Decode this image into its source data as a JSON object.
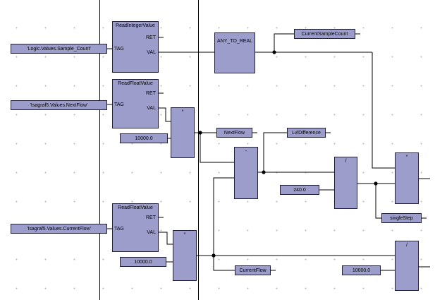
{
  "blocks": {
    "read_integer": {
      "title": "ReadIntegerValue",
      "pin_tag": "TAG",
      "pin_ret": "RET",
      "pin_val": "VAL"
    },
    "read_float_1": {
      "title": "ReadFloatValue",
      "pin_tag": "TAG",
      "pin_ret": "RET",
      "pin_val": "VAL"
    },
    "read_float_2": {
      "title": "ReadFloatValue",
      "pin_tag": "TAG",
      "pin_ret": "RET",
      "pin_val": "VAL"
    },
    "any_to_real": {
      "title": "ANY_TO_REAL"
    },
    "multiply_1": {
      "title": "*"
    },
    "subtract": {
      "title": "-"
    },
    "divide_1": {
      "title": "/"
    },
    "multiply_2": {
      "title": "*"
    },
    "multiply_3": {
      "title": "*"
    },
    "divide_2": {
      "title": "/"
    }
  },
  "tags": {
    "sample_count": "'Logic.Values.Sample_Count'",
    "next_flow_in": "'Isagraf5.Values.NextFlow'",
    "current_flow_in": "'Isagraf5.Values.CurrentFlow'",
    "const_10000_a": "10000.0",
    "const_10000_b": "10000.0",
    "const_10000_c": "10000.0",
    "const_240": "240.0",
    "current_sample_count": "CurrentSampleCount",
    "next_flow": "NextFlow",
    "lvl_difference": "LvlDifference",
    "single_step": "singleStep",
    "current_flow": "CurrentFlow"
  },
  "colors": {
    "block_fill": "#9d9dcc",
    "block_border": "#1f1f3a",
    "wire": "#000000",
    "grid_dot": "#b8b8b8"
  }
}
